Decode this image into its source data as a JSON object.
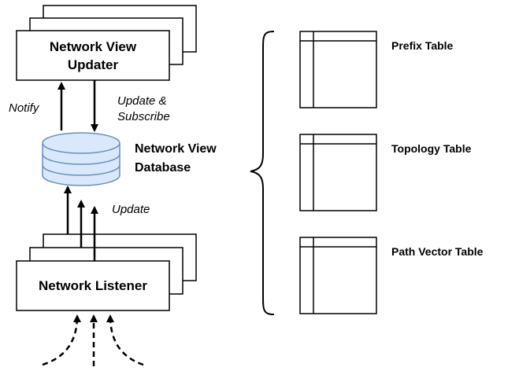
{
  "components": {
    "updater": {
      "line1": "Network View",
      "line2": "Updater"
    },
    "database": {
      "line1": "Network View",
      "line2": "Database"
    },
    "listener": {
      "label": "Network Listener"
    }
  },
  "edges": {
    "notify": "Notify",
    "update_subscribe_line1": "Update &",
    "update_subscribe_line2": "Subscribe",
    "update": "Update"
  },
  "tables": [
    {
      "label": "Prefix Table"
    },
    {
      "label": "Topology Table"
    },
    {
      "label": "Path Vector Table"
    }
  ],
  "colors": {
    "stroke": "#000000",
    "database_fill": "#dae8fc",
    "database_stroke": "#6c8ebf",
    "box_fill": "#ffffff"
  }
}
